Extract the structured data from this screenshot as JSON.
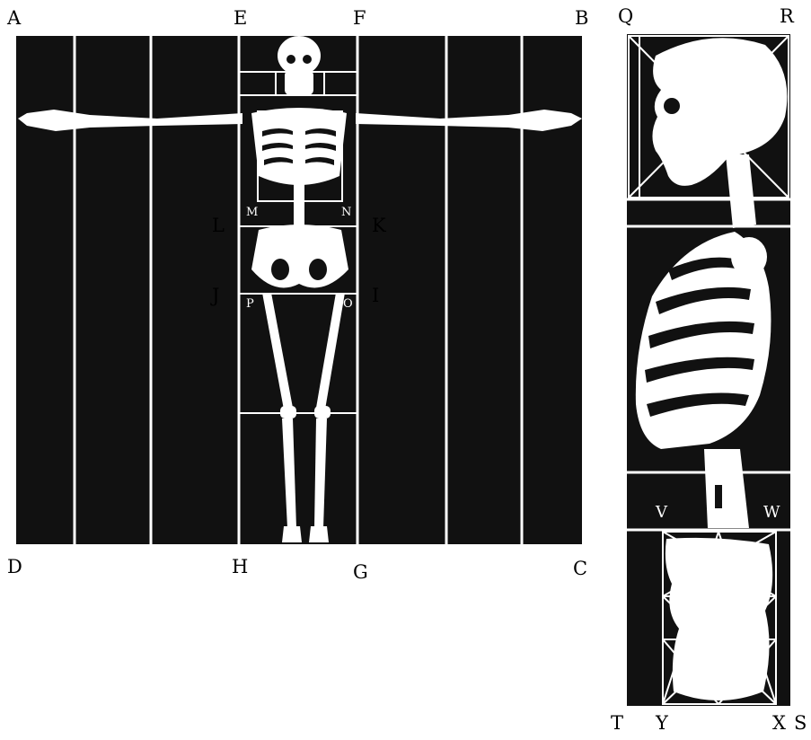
{
  "front_view": {
    "corner_labels": {
      "top_left": "A",
      "top_right": "B",
      "bottom_right": "C",
      "bottom_left": "D"
    },
    "column_labels": {
      "top_left": "E",
      "top_right": "F",
      "bottom_right": "G",
      "bottom_left": "H"
    },
    "torso_labels": {
      "L": "L",
      "K": "K",
      "J": "J",
      "I": "I",
      "M": "M",
      "N": "N",
      "P": "P",
      "O": "O"
    }
  },
  "side_view": {
    "corner_labels": {
      "top_left": "Q",
      "top_right": "R",
      "bottom_right": "S",
      "bottom_left": "T"
    },
    "pelvis_labels": {
      "V": "V",
      "W": "W",
      "Y": "Y",
      "X": "X"
    }
  },
  "colors": {
    "background": "#111111",
    "lines": "#ffffff",
    "labels": "#000000"
  }
}
